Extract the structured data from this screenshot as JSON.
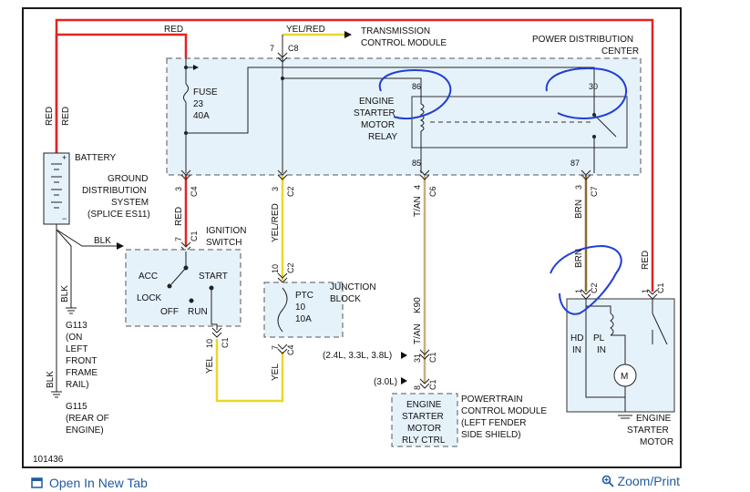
{
  "footer": {
    "open_tab_label": "Open In New Tab",
    "zoom_print_label": "Zoom/Print"
  },
  "diagram": {
    "id": "101436",
    "labels": {
      "red_top": "RED",
      "yel_red_top": "YEL/RED",
      "transmission": [
        "TRANSMISSION",
        "CONTROL MODULE"
      ],
      "pdc": [
        "POWER DISTRIBUTION",
        "CENTER"
      ],
      "c8_pin": "7",
      "c8": "C8",
      "fuse": [
        "FUSE",
        "23",
        "40A"
      ],
      "relay": [
        "ENGINE",
        "STARTER",
        "MOTOR",
        "RELAY"
      ],
      "pin86": "86",
      "pin30": "30",
      "pin85": "85",
      "pin87": "87",
      "battery": "BATTERY",
      "red_v1": "RED",
      "red_v2": "RED",
      "ground_dist": [
        "GROUND",
        "DISTRIBUTION",
        "SYSTEM",
        "(SPLICE ES11)"
      ],
      "blk_h": "BLK",
      "blk_v1": "BLK",
      "blk_v2": "BLK",
      "g113": [
        "G113",
        "(ON",
        "LEFT",
        "FRONT",
        "FRAME",
        "RAIL)"
      ],
      "g115": [
        "G115",
        "(REAR OF",
        "ENGINE)"
      ],
      "ign_pin3": "3",
      "ign_c4": "C4",
      "ign_red": "RED",
      "ign_pin7": "7",
      "ign_c1": "C1",
      "ignition": [
        "IGNITION",
        "SWITCH"
      ],
      "acc": "ACC",
      "start": "START",
      "lock": "LOCK",
      "off": "OFF",
      "run": "RUN",
      "ign_pin10": "10",
      "ign_c1b": "C1",
      "yel1": "YEL",
      "col2_pin3": "3",
      "col2_c2": "C2",
      "yel_red_v": "YEL/RED",
      "col2_pin10": "10",
      "col2_c2b": "C2",
      "junction": [
        "JUNCTION",
        "BLOCK"
      ],
      "ptc": [
        "PTC",
        "10",
        "10A"
      ],
      "col2_pin7": "7",
      "col2_c4": "C4",
      "yel2": "YEL",
      "col3_pin4": "4",
      "col3_c6": "C6",
      "tan1": "T/AN",
      "k90": "K90",
      "tan2": "T/AN",
      "engines1": "(2.4L, 3.3L, 3.8L)",
      "col3_pin31": "31",
      "col3_c1": "C1",
      "engines2": "(3.0L)",
      "col3_pin8": "8",
      "col3_c1b": "C1",
      "pcm_box": [
        "ENGINE",
        "STARTER",
        "MOTOR",
        "RLY CTRL"
      ],
      "pcm": [
        "POWERTRAIN",
        "CONTROL MODULE",
        "(LEFT FENDER",
        "SIDE SHIELD)"
      ],
      "col4_pin3": "3",
      "col4_c7": "C7",
      "brn1": "BRN",
      "brn2": "BRN",
      "col4_pin1": "1",
      "col4_c2": "C2",
      "red_right": "RED",
      "col5_pin1": "1",
      "col5_c1": "C1",
      "hd_in": [
        "HD",
        "IN"
      ],
      "pl_in": [
        "PL",
        "IN"
      ],
      "motor_symbol": "M",
      "starter": [
        "ENGINE",
        "STARTER",
        "MOTOR"
      ]
    }
  },
  "colors": {
    "red_wire": "#e02424",
    "yellow_wire": "#e8d82a",
    "tan_wire": "#c6b07a",
    "brown_wire": "#8a6a2c",
    "box_fill": "#e6f2fa",
    "annotation": "#1f3fd6",
    "link": "#1f5a9e"
  },
  "icons": [
    "open-tab-icon",
    "zoom-icon",
    "ground-symbol-icon",
    "battery-icon",
    "motor-icon"
  ]
}
